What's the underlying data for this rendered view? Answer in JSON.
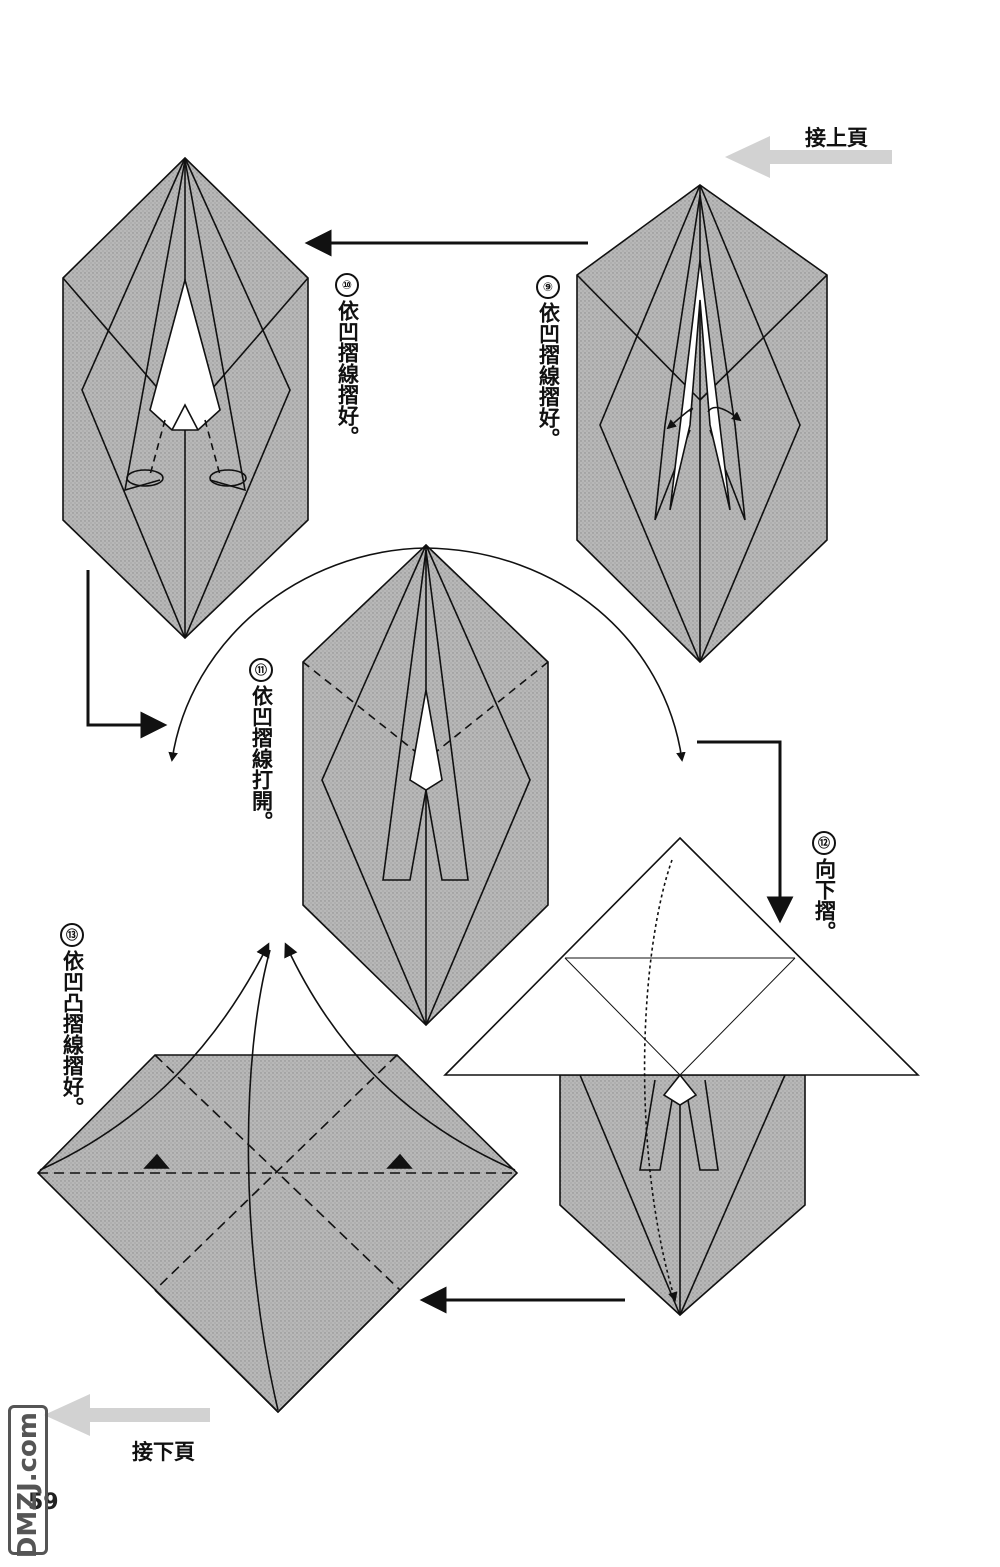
{
  "page": {
    "continue_from_label": "接上頁",
    "continue_next_label": "接下頁",
    "page_number": "59",
    "watermark_text": "DMZJ.com"
  },
  "steps": [
    {
      "number": "⑨",
      "text": "依凹摺線摺好。"
    },
    {
      "number": "⑩",
      "text": "依凹摺線摺好。"
    },
    {
      "number": "⑪",
      "text": "依凹摺線打開。"
    },
    {
      "number": "⑫",
      "text": "向下摺。"
    },
    {
      "number": "⑬",
      "text": "依凹凸摺線摺好。"
    }
  ],
  "colors": {
    "paper_gray": "#b4b4b4",
    "paper_white": "#ffffff",
    "line": "#111111",
    "hint_arrow": "#d0d0d0"
  }
}
